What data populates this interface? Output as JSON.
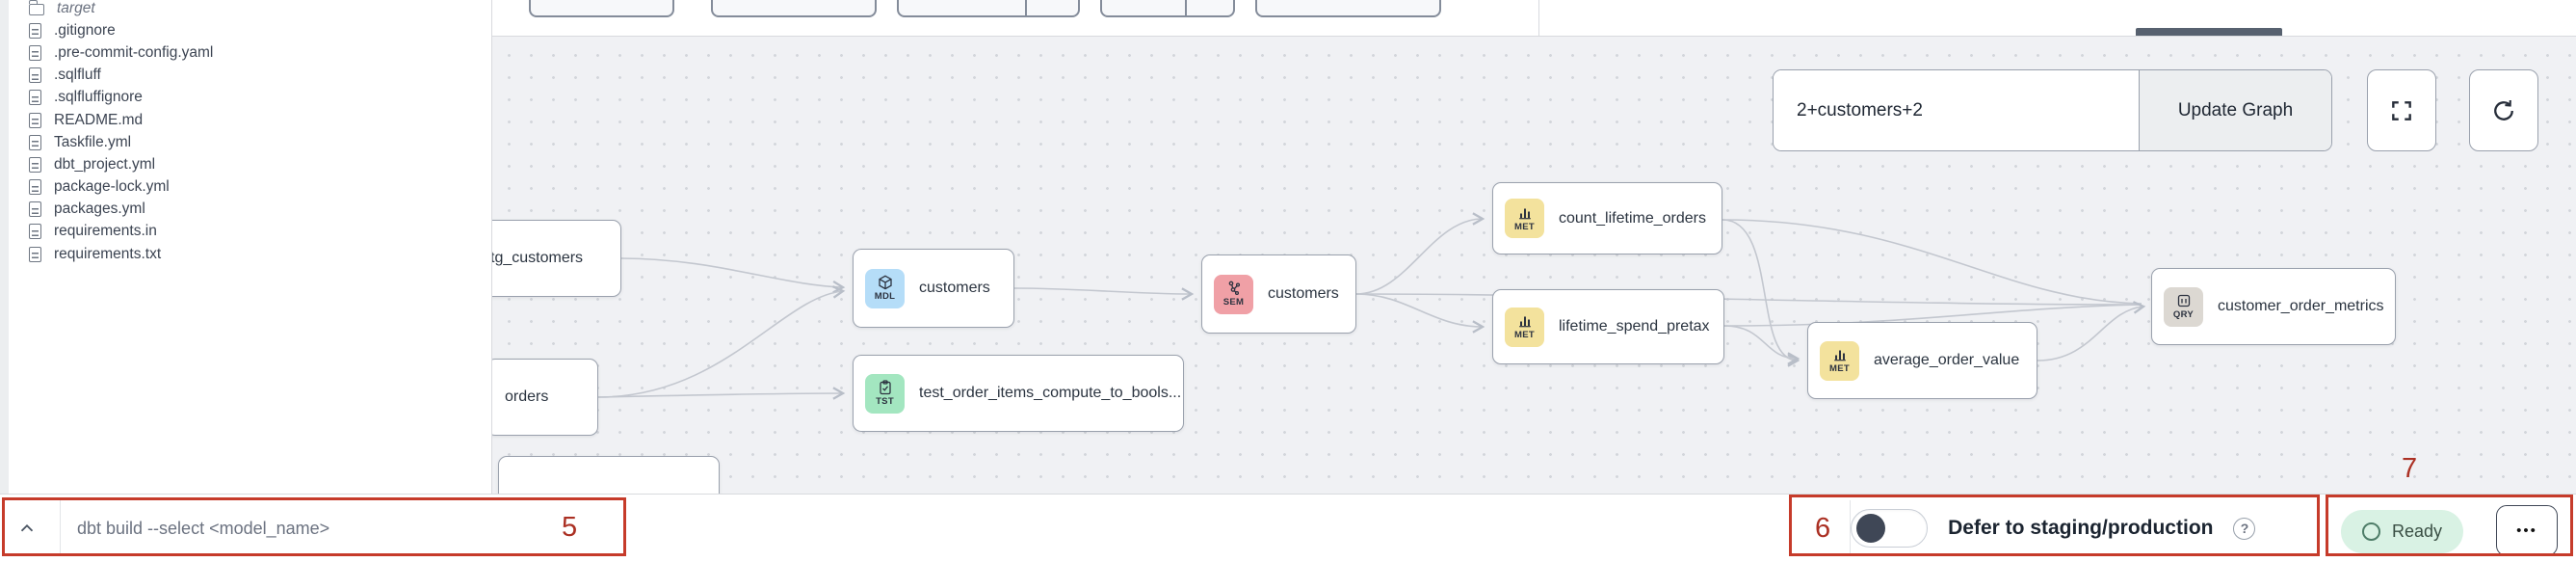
{
  "sidebar": {
    "items": [
      {
        "name": "target",
        "type": "folder"
      },
      {
        "name": ".gitignore",
        "type": "file"
      },
      {
        "name": ".pre-commit-config.yaml",
        "type": "file"
      },
      {
        "name": ".sqlfluff",
        "type": "file"
      },
      {
        "name": ".sqlfluffignore",
        "type": "file"
      },
      {
        "name": "README.md",
        "type": "file"
      },
      {
        "name": "Taskfile.yml",
        "type": "file"
      },
      {
        "name": "dbt_project.yml",
        "type": "file"
      },
      {
        "name": "package-lock.yml",
        "type": "file"
      },
      {
        "name": "packages.yml",
        "type": "file"
      },
      {
        "name": "requirements.in",
        "type": "file"
      },
      {
        "name": "requirements.txt",
        "type": "file"
      }
    ]
  },
  "lineage_toolbar": {
    "selector_input_value": "2+customers+2",
    "update_graph_button": "Update Graph"
  },
  "graph": {
    "nodes": [
      {
        "label": "stg_customers",
        "badge": ""
      },
      {
        "label": "orders",
        "badge": ""
      },
      {
        "label": "customers",
        "badge": "MDL"
      },
      {
        "label": "test_order_items_compute_to_bools...",
        "badge": "TST"
      },
      {
        "label": "customers",
        "badge": "SEM"
      },
      {
        "label": "count_lifetime_orders",
        "badge": "MET"
      },
      {
        "label": "lifetime_spend_pretax",
        "badge": "MET"
      },
      {
        "label": "average_order_value",
        "badge": "MET"
      },
      {
        "label": "customer_order_metrics",
        "badge": "QRY"
      }
    ],
    "badge_colors": {
      "MDL": "#b5ddf8",
      "TST": "#a3e6c0",
      "SEM": "#f0a0a6",
      "MET": "#f3e29d",
      "QRY": "#dcd8d2"
    }
  },
  "bottom_bar": {
    "command_input_placeholder": "dbt build --select <model_name>",
    "defer_toggle_label": "Defer to staging/production",
    "help_icon": "?",
    "status_badge": "Ready",
    "more_menu": "•••"
  },
  "annotations": {
    "n5": "5",
    "n6": "6",
    "n7": "7"
  }
}
